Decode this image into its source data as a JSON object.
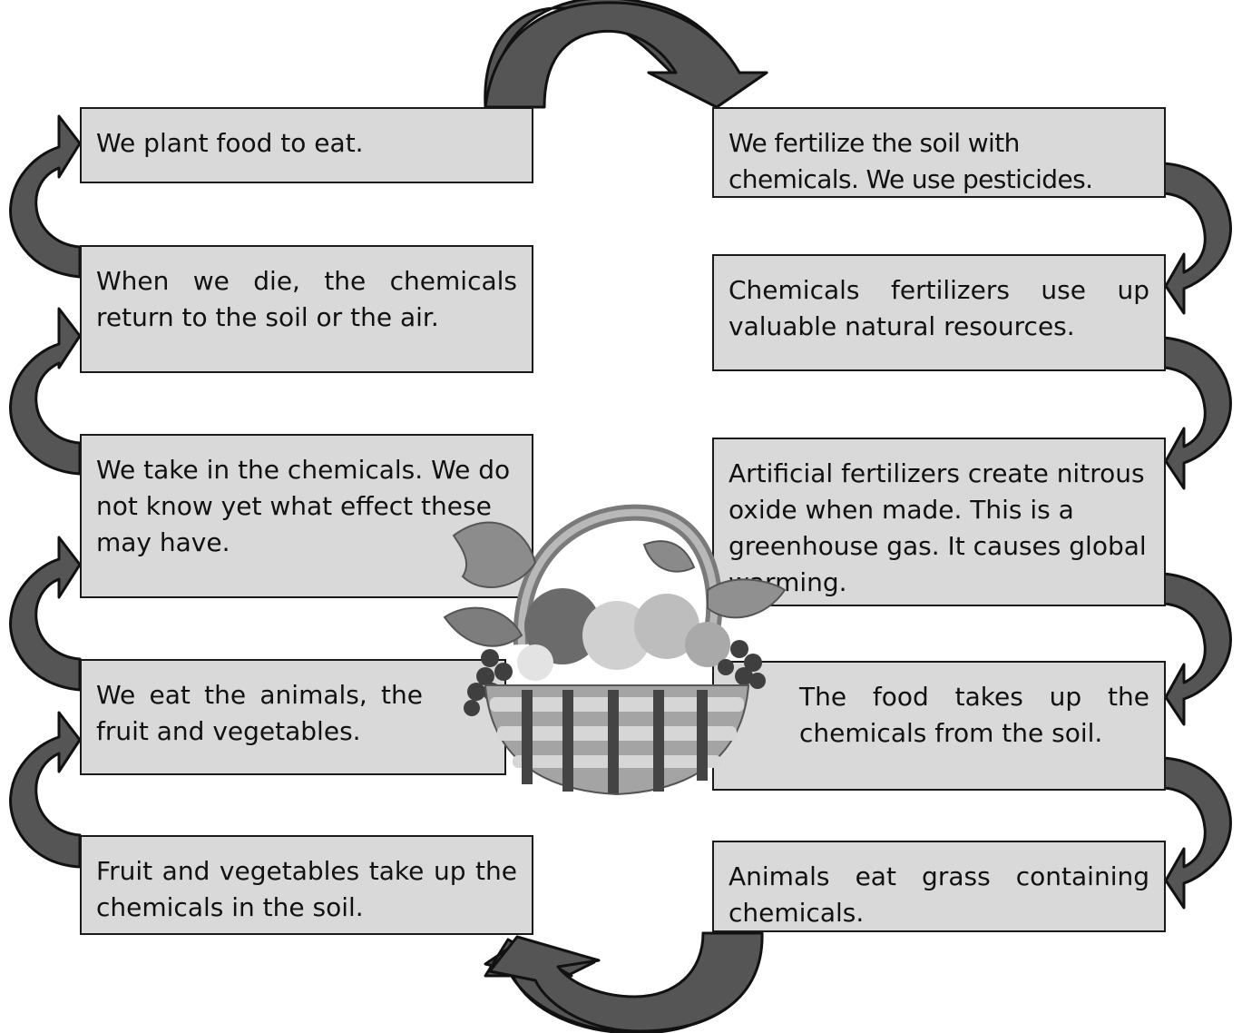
{
  "diagram": {
    "colors": {
      "box_fill": "#d9d9d9",
      "box_border": "#1a1a1a",
      "arrow_fill": "#555555"
    },
    "steps": [
      {
        "id": 1,
        "text": "We plant food to eat."
      },
      {
        "id": 2,
        "text": "We fertilize the soil with chemicals. We use pesticides."
      },
      {
        "id": 3,
        "text": "Chemicals fertilizers use up valuable natural resources."
      },
      {
        "id": 4,
        "text": "Artificial fertilizers create nitrous oxide when made. This is a greenhouse gas. It causes global warming."
      },
      {
        "id": 5,
        "text": "The food takes up the chemicals from the soil."
      },
      {
        "id": 6,
        "text": "Animals eat grass containing chemicals."
      },
      {
        "id": 7,
        "text": "Fruit and vegetables take up the chemicals in the soil."
      },
      {
        "id": 8,
        "text": "We eat the animals, the fruit and vegetables."
      },
      {
        "id": 9,
        "text": "We take in the chemicals. We do not know yet what effect these may have."
      },
      {
        "id": 10,
        "text": "When we die, the chemicals return to the soil or the air."
      }
    ],
    "center_image": "fruit-basket-illustration"
  }
}
